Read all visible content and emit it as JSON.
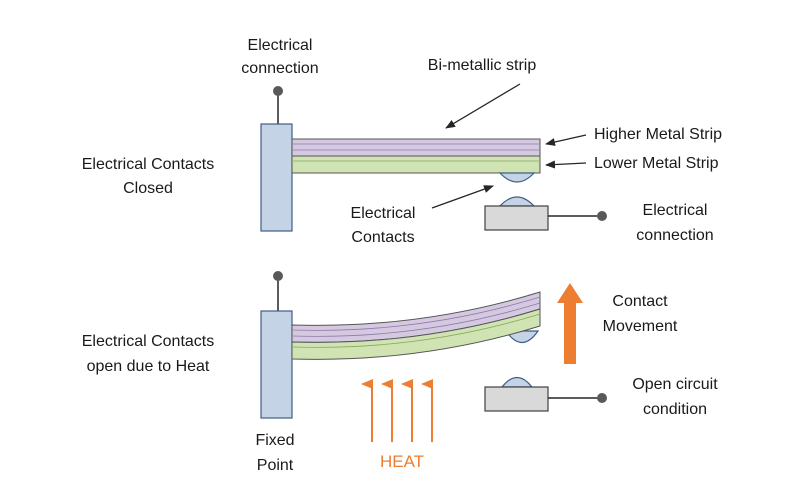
{
  "labels": {
    "electrical_connection_top_1": "Electrical",
    "electrical_connection_top_2": "connection",
    "bimetallic_strip": "Bi-metallic strip",
    "higher_metal_strip": "Higher Metal Strip",
    "lower_metal_strip": "Lower Metal Strip",
    "contacts_closed_1": "Electrical Contacts",
    "contacts_closed_2": "Closed",
    "electrical_contacts_1": "Electrical",
    "electrical_contacts_2": "Contacts",
    "electrical_connection_right_1": "Electrical",
    "electrical_connection_right_2": "connection",
    "contacts_open_1": "Electrical Contacts",
    "contacts_open_2": "open due to Heat",
    "contact_movement_1": "Contact",
    "contact_movement_2": "Movement",
    "open_circuit_1": "Open circuit",
    "open_circuit_2": "condition",
    "fixed_point_1": "Fixed",
    "fixed_point_2": "Point",
    "heat": "HEAT"
  },
  "colors": {
    "post_fill": "#c5d3e6",
    "post_stroke": "#3f5e85",
    "upper_strip": "#d5c9e1",
    "lower_strip": "#cfe3b3",
    "contact_fill": "#c5d3e6",
    "base_fill": "#d9d9d9",
    "heat_arrow": "#ed7d31",
    "line": "#262626"
  }
}
